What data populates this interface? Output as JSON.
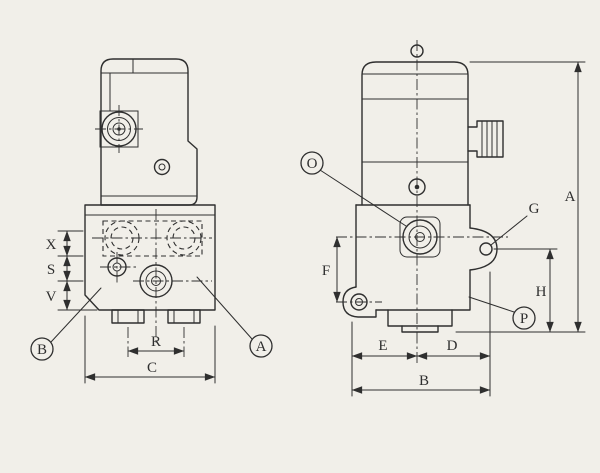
{
  "meta": {
    "description": "Two-view technical line drawing of a solenoid valve with lettered dimension callouts"
  },
  "colors": {
    "background": "#f1efe9",
    "line": "#2f2f2f"
  },
  "left_view": {
    "dim_x": "X",
    "dim_s": "S",
    "dim_v": "V",
    "dim_r": "R",
    "dim_c": "C",
    "callout_b": "B",
    "callout_a": "A"
  },
  "right_view": {
    "callout_o": "O",
    "label_g": "G",
    "callout_p": "P",
    "dim_f": "F",
    "dim_h": "H",
    "dim_a": "A",
    "dim_e": "E",
    "dim_d": "D",
    "dim_b": "B"
  }
}
